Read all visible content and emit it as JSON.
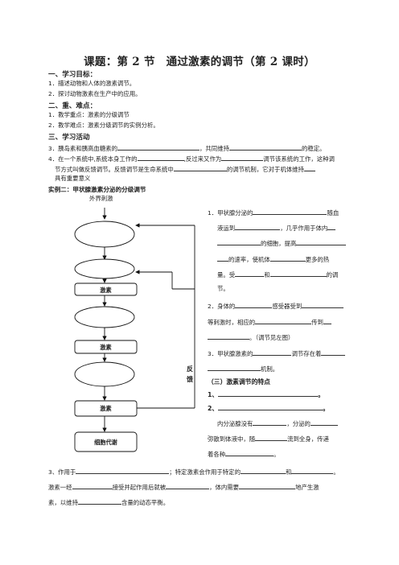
{
  "title": "课题：第 2 节　通过激素的调节（第 2 课时）",
  "sections": {
    "goals_heading": "一、学习目标：",
    "goal1": "1．描述动物和人体的激素调节。",
    "goal2": "2．探讨动物激素在生产中的应用。",
    "key_heading": "二、重、难点：",
    "key1": "1．教学重点：激素的分级调节",
    "key2": "2．教学难点：激素分级调节的实例分析。",
    "act_heading": "三、学习活动"
  },
  "items": {
    "q3_a": "3．胰岛素和胰高血糖素的",
    "q3_b": "，共同维持",
    "q3_c": "的稳定。",
    "q4_a": "4．在一个系统中,系统本身工作的",
    "q4_b": ",反过来又作为",
    "q4_c": "调节该系统的工作，这种调",
    "q4_d": "节方式叫做反馈调节。反馈调节是生命系统中",
    "q4_e": "的调节机制，它对于机体维持",
    "q4_f": "具有重要意义"
  },
  "example": {
    "heading": "实例二：甲状腺激素分泌的分级调节",
    "stimulus": "外界刺激",
    "box_hormone_1": "激素",
    "box_hormone_2": "激素",
    "box_hormone_3": "激素",
    "box_metabolism": "细胞代谢",
    "feedback_1": "反",
    "feedback_2": "馈"
  },
  "right": {
    "r1_a": "1．甲状腺分泌的",
    "r1_b": "随血",
    "r1_c": "液运到",
    "r1_d": "，几乎作用于体内",
    "r1_e": "的细胞，提高",
    "r1_f": "的速率，使机体",
    "r1_g": "更多的热",
    "r1_h": "量。受",
    "r1_i": "和",
    "r1_j": "的调",
    "r1_k": "节。",
    "r2_a": "2．身体的",
    "r2_b": "感受器受到",
    "r2_c": "等刺激时，相应的",
    "r2_d": "传到",
    "r2_e": "。（调节见左图）",
    "r3_a": "3．甲状腺激素的",
    "r3_b": "调节存在着",
    "r3_c": "机制。",
    "sub_heading": "（三）激素调节的特点",
    "s1": "1、",
    "s1_end": "。",
    "s2": "2、",
    "s2_end": "。",
    "s2_a": "内分泌腺没有",
    "s2_b": "，分泌的",
    "s2_c": "弥散到体液中，随",
    "s2_d": "流到全身，传递",
    "s2_e": "着各种",
    "s2_f": "。"
  },
  "bottom": {
    "b1_a": "3、作用于",
    "b1_b": "；特定激素会作用于特定的",
    "b1_c": "和",
    "b1_d": "。",
    "b2_a": "激素一经",
    "b2_b": "接受并起作用后就被",
    "b2_c": "，体内需要",
    "b2_d": "地产生激",
    "b3_a": "素，以维持",
    "b3_b": "含量的动态平衡。"
  }
}
